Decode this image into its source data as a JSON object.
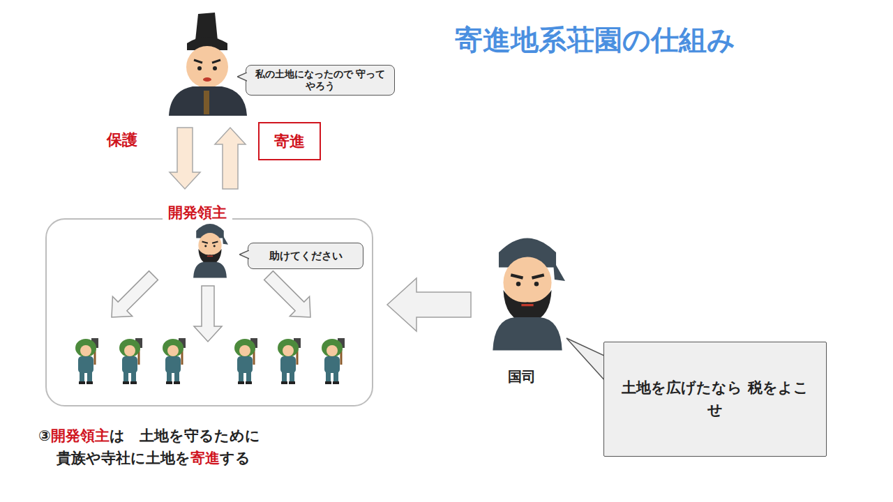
{
  "diagram": {
    "title": "寄進地系荘園の仕組み",
    "nodes": [
      {
        "text": [
          "私の土地になったので 守ってやろう"
        ]
      },
      {
        "text": [
          "開発領主"
        ]
      },
      {
        "text": [
          "助けてください"
        ],
        "in": 1
      },
      {
        "text": [
          "国司",
          "土地を広げたなら 税をよこせ"
        ]
      }
    ],
    "edges": [
      {
        "from": 0,
        "to": 1,
        "arrow": "to",
        "label": "保護"
      },
      {
        "from": 1,
        "to": 0,
        "arrow": "to",
        "label": "寄進"
      },
      {
        "from": 3,
        "to": 1,
        "arrow": "to"
      }
    ],
    "labels": [
      "③",
      "開発領主",
      "は　土地を守るために",
      "貴族や寺社に土地を",
      "寄進",
      "する"
    ]
  }
}
